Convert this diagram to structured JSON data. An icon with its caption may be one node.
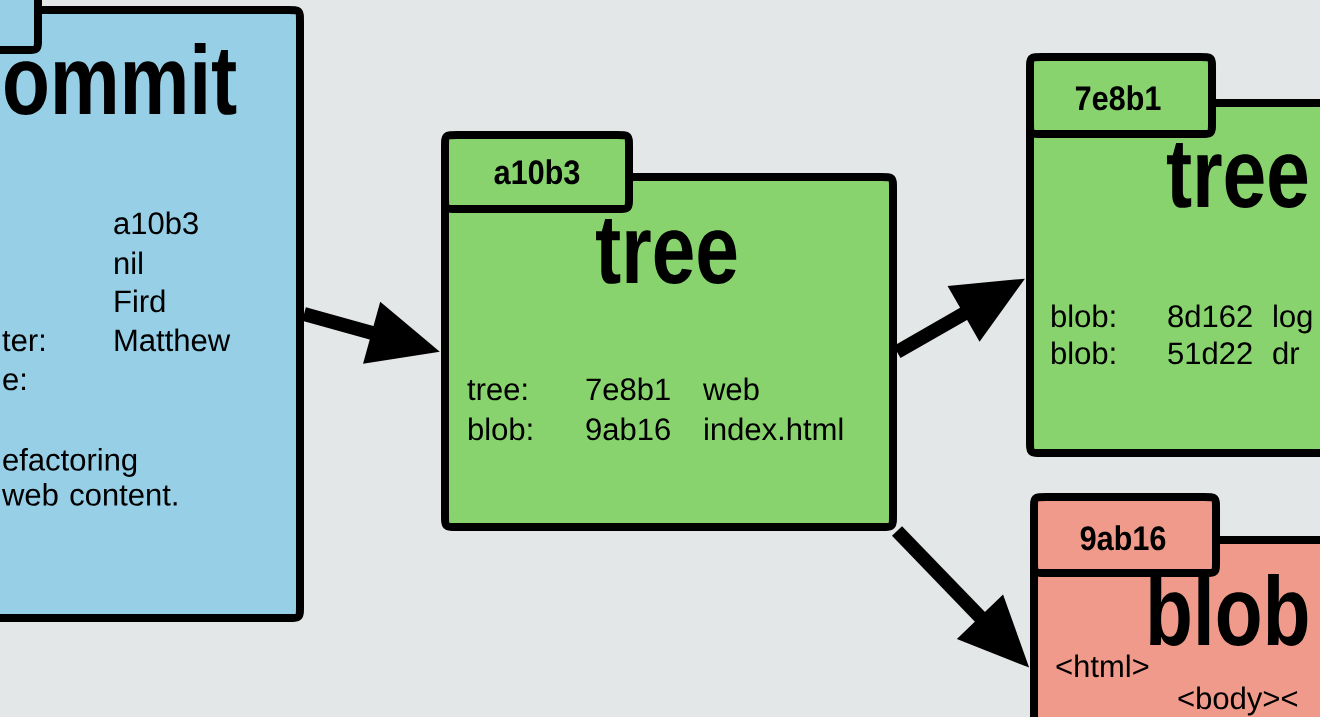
{
  "diagram": {
    "nodes": [
      {
        "text": [
          "ommit",
          "a10b3",
          "nil",
          "Fird",
          "ter:",
          "Matthew",
          "e:",
          "efactoring web content."
        ]
      },
      {
        "text": [
          "a10b3",
          "tree",
          "tree:",
          "7e8b1",
          "web",
          "blob:",
          "9ab16",
          "index.html"
        ]
      },
      {
        "text": [
          "7e8b1",
          "tree",
          "blob:",
          "8d162",
          "log",
          "blob:",
          "51d22",
          "dr"
        ]
      },
      {
        "text": [
          "9ab16",
          "blob",
          "<html>",
          "<body><"
        ]
      }
    ],
    "edges": [
      {
        "from": 0,
        "to": 1,
        "arrow": "to"
      },
      {
        "from": 1,
        "to": 2,
        "arrow": "to"
      },
      {
        "from": 1,
        "to": 3,
        "arrow": "to"
      }
    ]
  }
}
